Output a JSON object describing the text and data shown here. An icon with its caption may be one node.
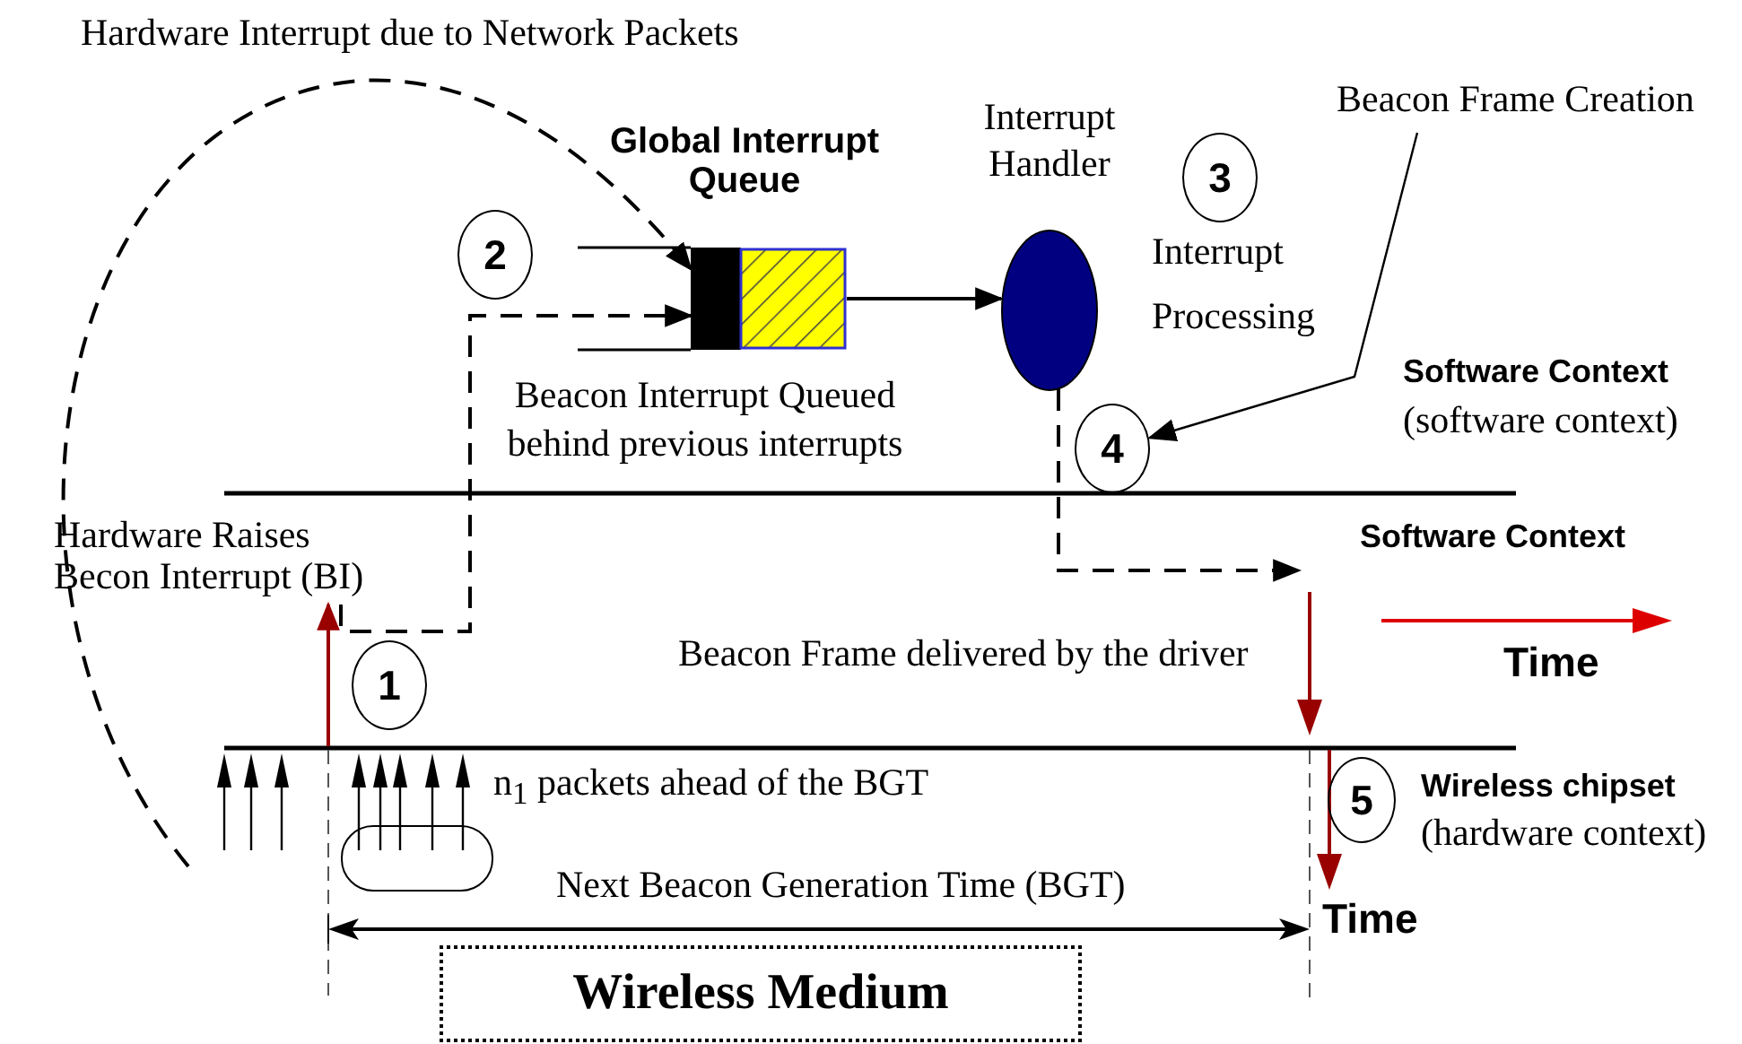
{
  "diagram": {
    "nodes": [
      {
        "text": [
          "1"
        ]
      },
      {
        "text": [
          "2"
        ]
      },
      {
        "text": [
          "3"
        ]
      },
      {
        "text": [
          "4"
        ]
      },
      {
        "text": [
          "5"
        ]
      },
      {
        "text": [
          "Global Interrupt Queue"
        ]
      },
      {
        "text": [
          "Interrupt Handler"
        ]
      },
      {
        "text": [
          "Hardware Raises Becon Interrupt (BI)"
        ]
      },
      {
        "text": [
          "Beacon Frame Creation"
        ]
      },
      {
        "text": [
          "Wireless Medium"
        ]
      },
      {
        "text": [],
        "shape": "box"
      }
    ],
    "edges": [
      {
        "from": null,
        "to": 5,
        "arrow": "to",
        "style": "dashed"
      },
      {
        "from": 7,
        "to": 5,
        "arrow": "to",
        "style": "dashed"
      },
      {
        "from": 5,
        "to": 6,
        "arrow": "to"
      },
      {
        "from": 6,
        "to": null,
        "arrow": "to",
        "style": "dashed"
      },
      {
        "from": 8,
        "to": 3,
        "arrow": "to"
      },
      {
        "from": null,
        "to": 7,
        "arrow": "to",
        "color": "#990000"
      }
    ],
    "labels": [
      "Hardware Interrupt due to Network Packets",
      "Interrupt Processing",
      "Beacon Interrupt Queued behind previous interrupts",
      "Software Context",
      "(software context)",
      "Software Context",
      "Beacon Frame delivered by the driver",
      "Time",
      "n$_{1}$ packets ahead of the BGT",
      "Wireless chipset",
      "(hardware context)",
      "Next Beacon Generation Time (BGT)",
      "Time"
    ]
  }
}
